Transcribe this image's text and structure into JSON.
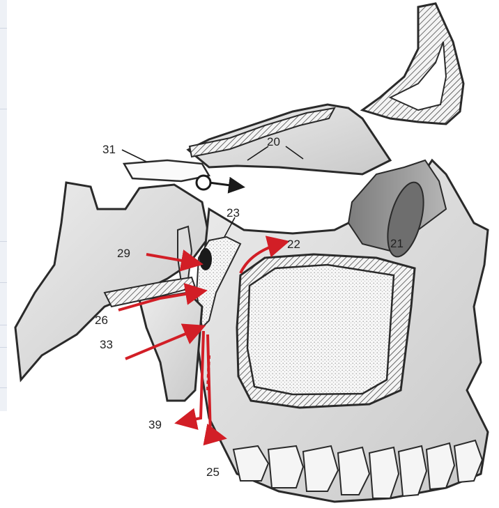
{
  "labels": {
    "l20": "20",
    "l21": "21",
    "l22": "22",
    "l23": "23",
    "l25": "25",
    "l26": "26",
    "l29": "29",
    "l31": "31",
    "l33": "33",
    "l39": "39"
  },
  "colors": {
    "arrow_red": "#d21e26",
    "arrow_dark": "#1a1a1a",
    "bone": "#e8e8e8",
    "bone_dark": "#9a9a9a",
    "outline": "#2a2a2a"
  }
}
